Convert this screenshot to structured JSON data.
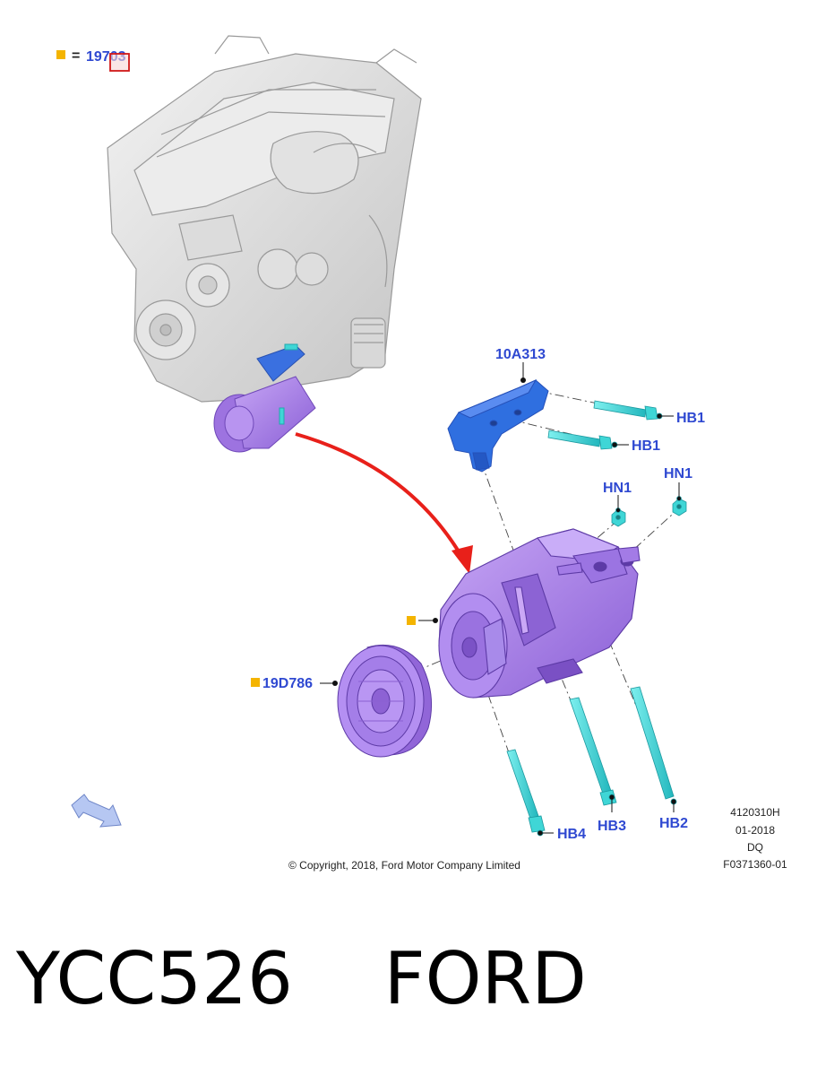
{
  "colors": {
    "callout_text": "#2f49d1",
    "legend_square": "#f4b400",
    "compressor": "#a87de8",
    "compressor_dark": "#6f48b8",
    "bracket": "#2f6fe0",
    "bolt": "#3fd6d6",
    "arrow": "#e8201a",
    "engine": "#d9d9d9",
    "orientation_arrow": "#b6c7f2"
  },
  "legend": {
    "equals": "=",
    "part_number": "19703"
  },
  "callouts": {
    "bracket": "10A313",
    "bolt_hb1_a": "HB1",
    "bolt_hb1_b": "HB1",
    "nut_hn1_a": "HN1",
    "nut_hn1_b": "HN1",
    "pulley": "19D786",
    "bolt_hb2": "HB2",
    "bolt_hb3": "HB3",
    "bolt_hb4": "HB4"
  },
  "metadata": {
    "line1": "4120310H",
    "line2": "01-2018",
    "line3": "DQ",
    "line4": "F0371360-01"
  },
  "copyright": "© Copyright, 2018, Ford Motor Company Limited",
  "caption": "YCC526    FORD",
  "icons": {
    "legend_marker": "square-marker-icon",
    "orientation": "orientation-arrow-icon"
  }
}
